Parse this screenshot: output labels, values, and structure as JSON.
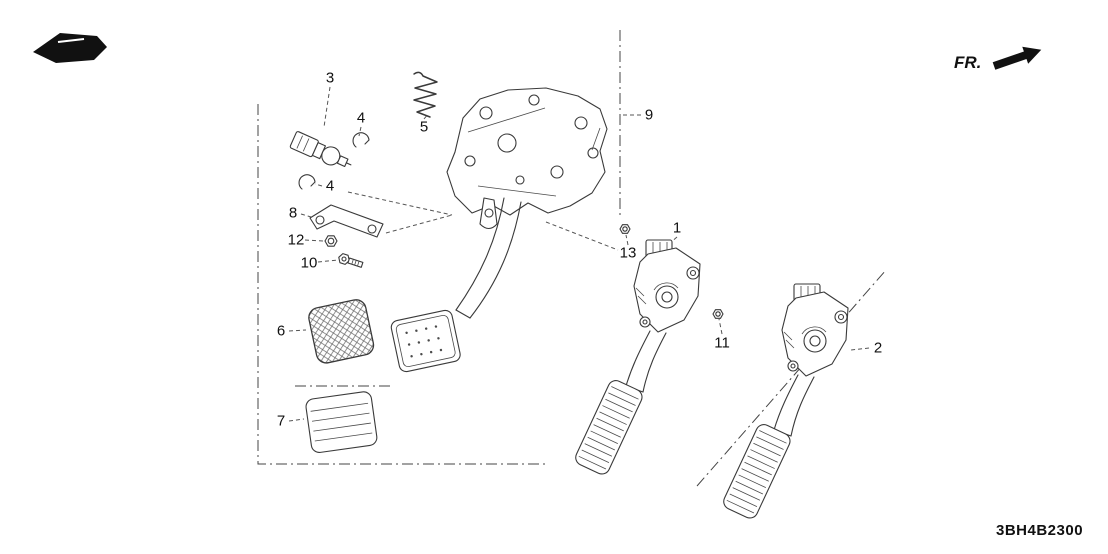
{
  "page": {
    "background": "#ffffff",
    "line_color": "#3a3a3a",
    "text_color": "#111111"
  },
  "header": {
    "orientation_icon": "car-direction-icon",
    "direction": {
      "label": "FR.",
      "arrow_icon": "fr-arrow-icon"
    }
  },
  "footer": {
    "part_code": "3BH4B2300"
  },
  "diagram": {
    "type": "exploded-parts-diagram",
    "subject": "Pedal assembly (brake pedal, pads, bracket, stop switch, accelerator pedal modules)",
    "callouts": [
      {
        "ref": "3"
      },
      {
        "ref": "4"
      },
      {
        "ref": "5"
      },
      {
        "ref": "9"
      },
      {
        "ref": "4"
      },
      {
        "ref": "8"
      },
      {
        "ref": "12"
      },
      {
        "ref": "10"
      },
      {
        "ref": "1"
      },
      {
        "ref": "13"
      },
      {
        "ref": "6"
      },
      {
        "ref": "11"
      },
      {
        "ref": "2"
      },
      {
        "ref": "7"
      }
    ]
  }
}
